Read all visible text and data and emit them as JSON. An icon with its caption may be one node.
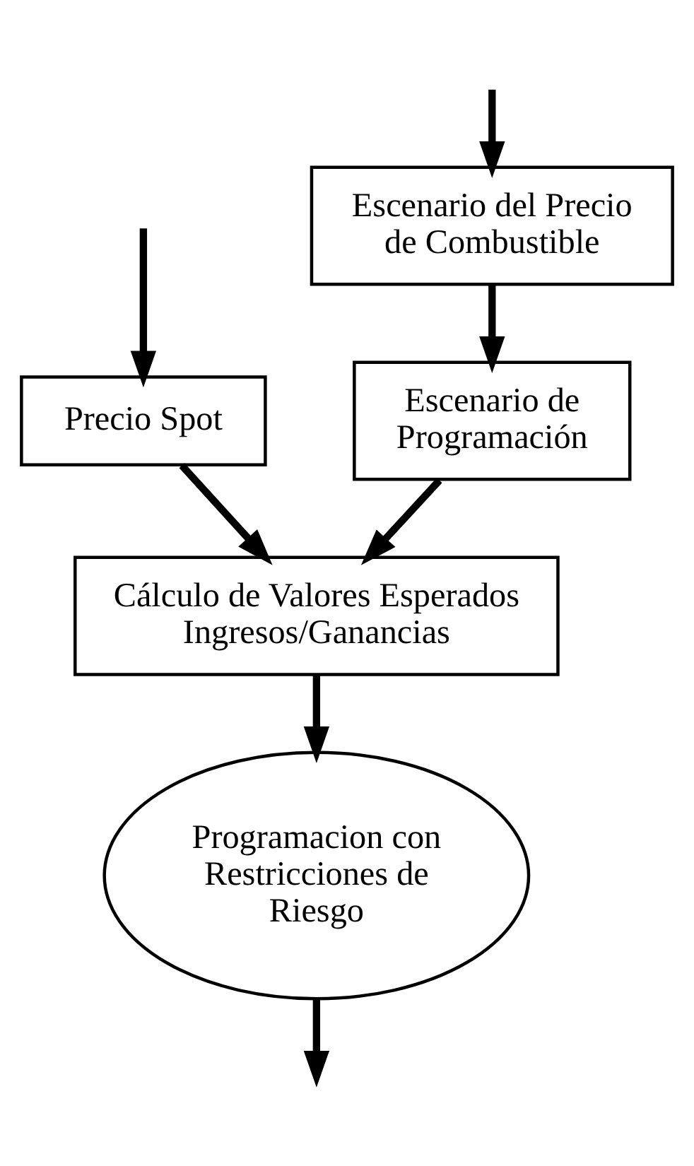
{
  "diagram": {
    "nodes": [
      {
        "text": [
          "Escenario del Precio de Combustible"
        ]
      },
      {
        "text": [
          "Escenario de Programación"
        ]
      },
      {
        "text": [
          "Precio Spot"
        ]
      },
      {
        "text": [
          "Cálculo de Valores Esperados Ingresos/Ganancias"
        ]
      },
      {
        "text": [
          "Programacion con Restricciones de Riesgo"
        ]
      }
    ],
    "edges": [
      {
        "from": null,
        "to": 0,
        "arrow": "to"
      },
      {
        "from": 0,
        "to": 1,
        "arrow": "to"
      },
      {
        "from": null,
        "to": 2,
        "arrow": "to"
      },
      {
        "from": 1,
        "to": 3,
        "arrow": "to"
      },
      {
        "from": 2,
        "to": 3,
        "arrow": "to"
      },
      {
        "from": 3,
        "to": 4,
        "arrow": "to"
      },
      {
        "from": 4,
        "to": null,
        "arrow": "to"
      }
    ]
  }
}
